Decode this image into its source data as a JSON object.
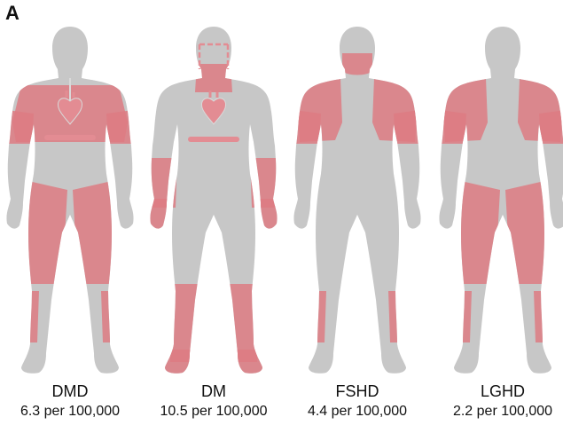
{
  "panel_label": "A",
  "colors": {
    "body": "#c7c7c7",
    "affected": "#dd7b83",
    "internal": "#e38c93",
    "outline": "#bdbdbd"
  },
  "figures": [
    {
      "name": "DMD",
      "prevalence": "6.3 per 100,000",
      "icons": [
        "heart-icon",
        "lungs-icon"
      ],
      "affected": [
        "chest",
        "upper-arms",
        "thighs",
        "calves"
      ]
    },
    {
      "name": "DM",
      "prevalence": "10.5 per 100,000",
      "icons": [
        "heart-icon",
        "face-outline-icon"
      ],
      "affected": [
        "neck",
        "forearms",
        "hands",
        "lower-legs",
        "feet"
      ]
    },
    {
      "name": "FSHD",
      "prevalence": "4.4 per 100,000",
      "icons": [
        "face-icon"
      ],
      "affected": [
        "face",
        "shoulders",
        "upper-arms",
        "calves"
      ]
    },
    {
      "name": "LGHD",
      "prevalence": "2.2 per 100,000",
      "icons": [],
      "affected": [
        "shoulders",
        "upper-arms",
        "thighs",
        "calves"
      ]
    }
  ]
}
